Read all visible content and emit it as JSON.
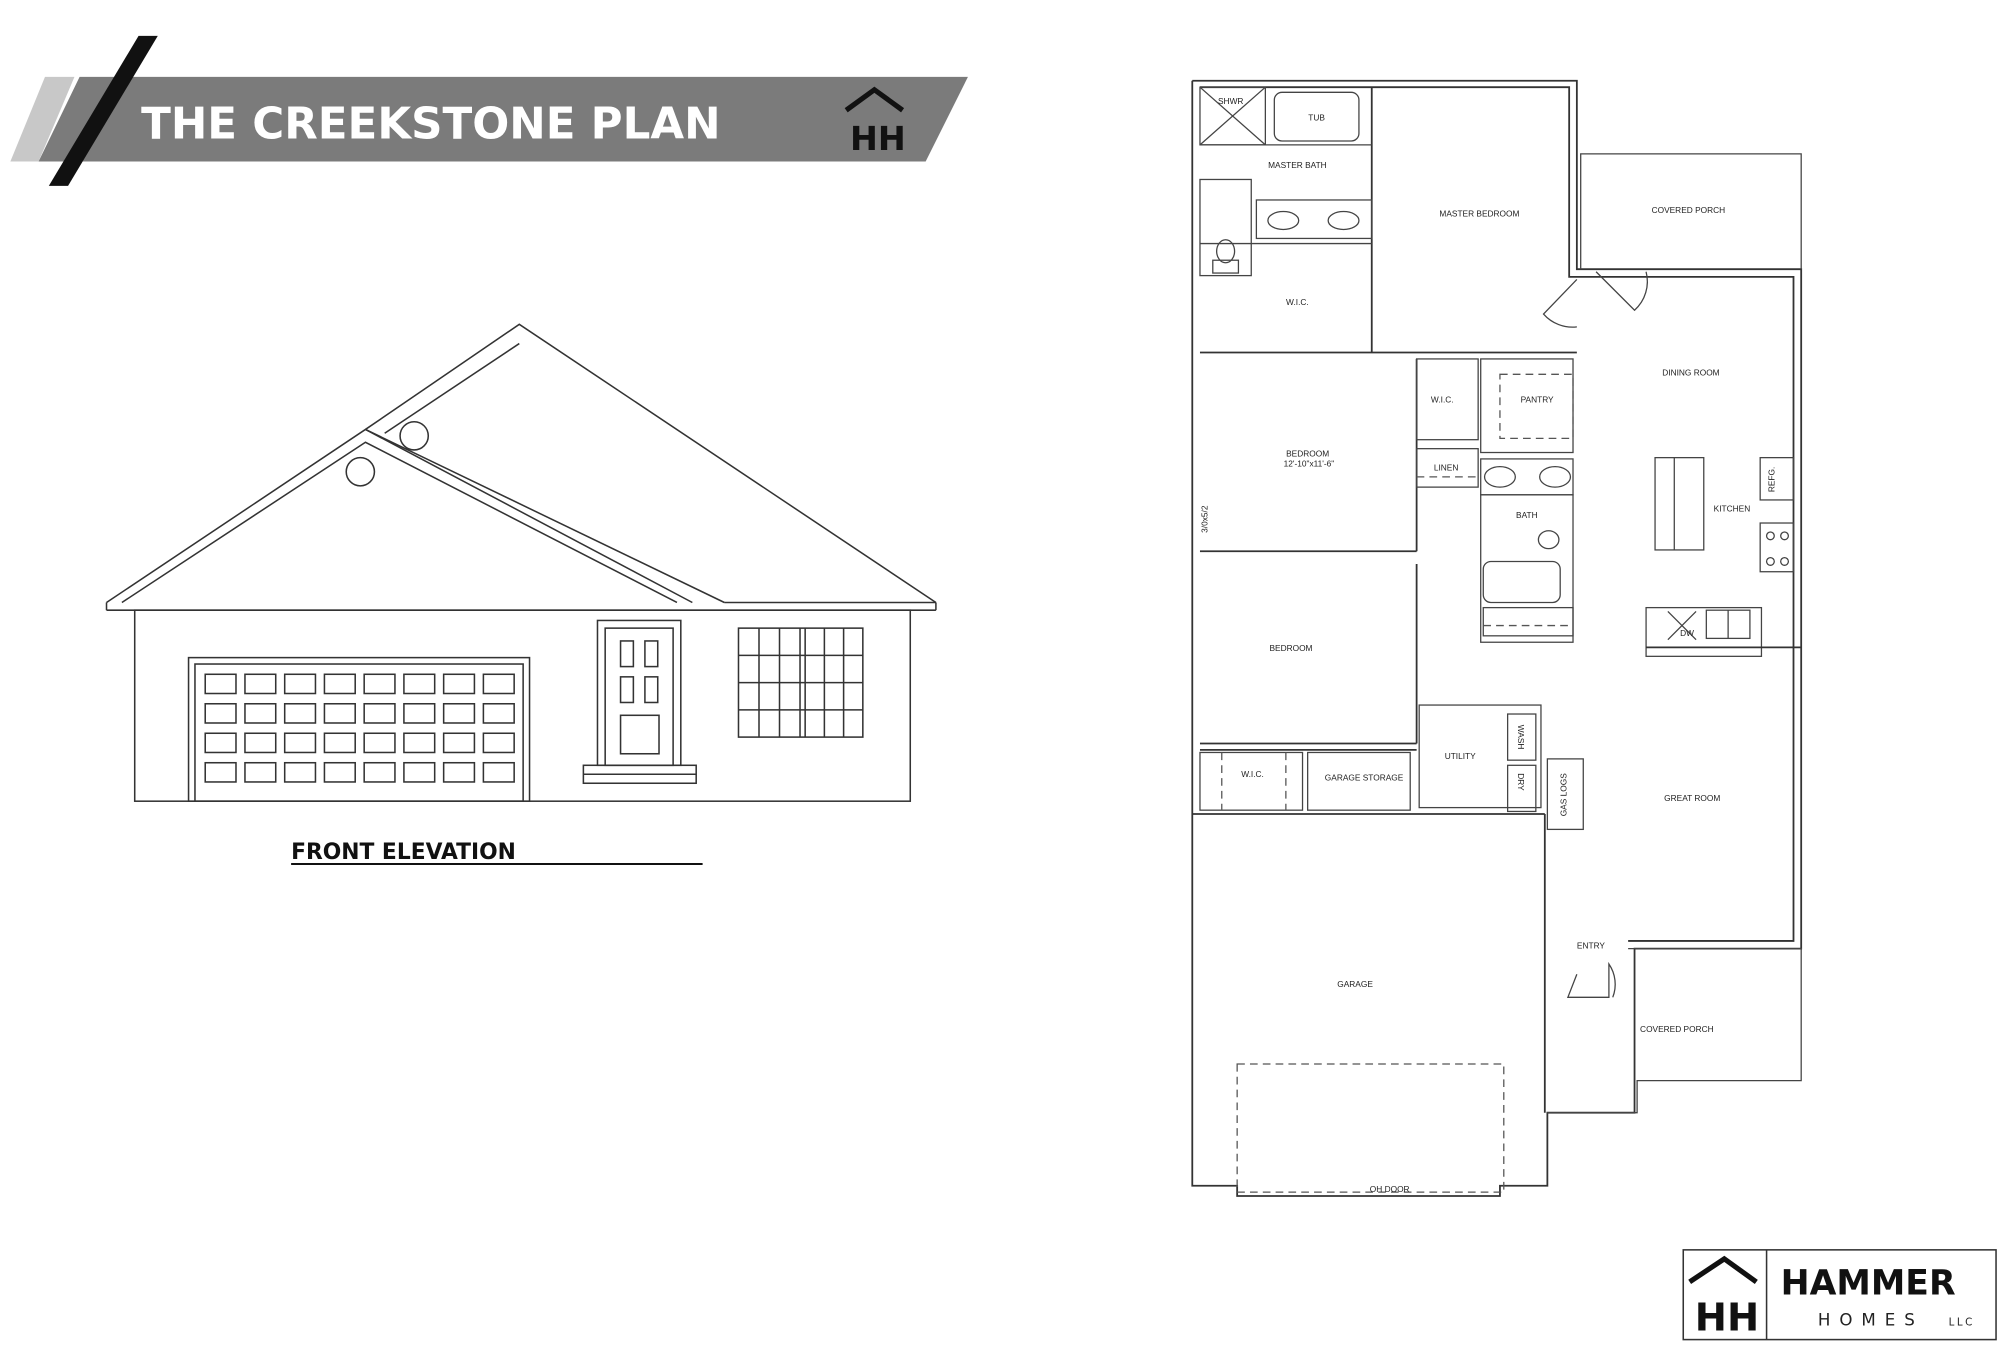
{
  "banner": {
    "title": "THE CREEKSTONE PLAN",
    "logo_text": "HH"
  },
  "elevation": {
    "label": "FRONT ELEVATION"
  },
  "floor_plan": {
    "rooms": {
      "shower": "SHWR",
      "tub": "TUB",
      "master_bath": "MASTER BATH",
      "master_bedroom": "MASTER BEDROOM",
      "master_wic": "W.I.C.",
      "covered_porch_rear": "COVERED PORCH",
      "dining_room": "DINING ROOM",
      "bedroom_1": "BEDROOM",
      "bedroom_1_size": "12'-10\"x11'-6\"",
      "window_tag": "3/0x5/2",
      "wic_2": "W.I.C.",
      "pantry": "PANTRY",
      "linen": "LINEN",
      "bath": "BATH",
      "kitchen": "KITCHEN",
      "refrigerator": "REFG.",
      "dishwasher": "DW",
      "bedroom_2": "BEDROOM",
      "wic_3": "W.I.C.",
      "garage_storage": "GARAGE STORAGE",
      "utility": "UTILITY",
      "washer": "WASH",
      "dryer": "DRY",
      "gas_logs": "GAS LOGS",
      "great_room": "GREAT ROOM",
      "entry": "ENTRY",
      "covered_porch_front": "COVERED PORCH",
      "garage": "GARAGE",
      "oh_door": "OH DOOR"
    }
  },
  "brand": {
    "name": "HAMMER",
    "sub": "HOMES",
    "suffix": "LLC",
    "mark": "HH"
  }
}
